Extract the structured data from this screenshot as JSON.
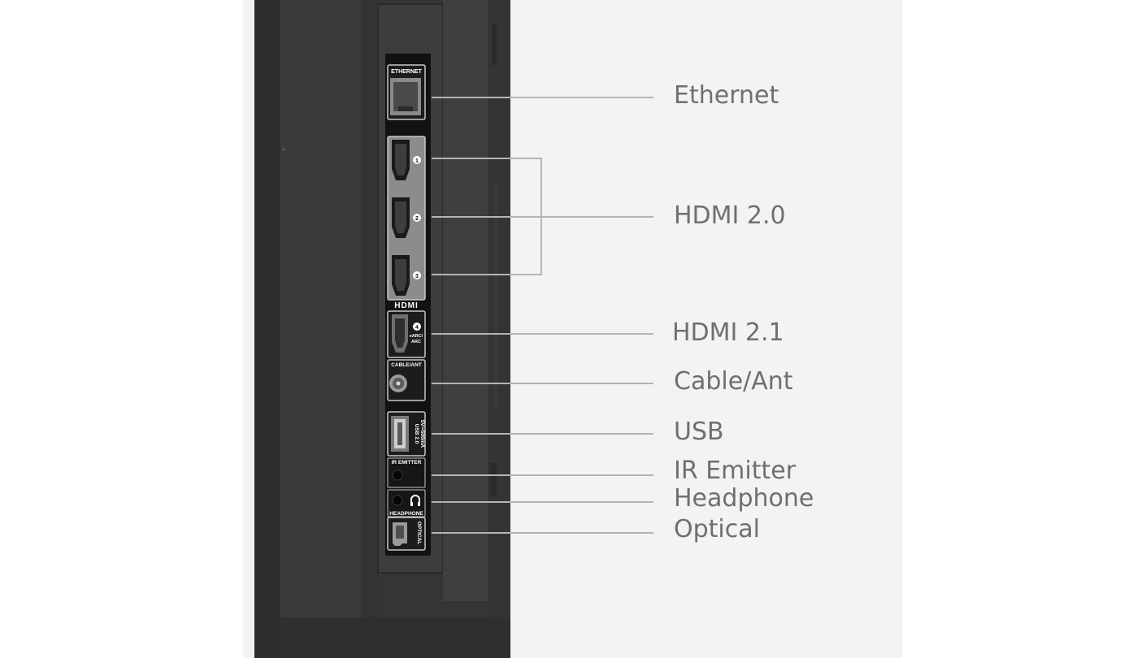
{
  "callouts": {
    "ethernet": "Ethernet",
    "hdmi20": "HDMI 2.0",
    "hdmi21": "HDMI 2.1",
    "cable": "Cable/Ant",
    "usb": "USB",
    "ir": "IR Emitter",
    "headphone": "Headphone",
    "optical": "Optical"
  },
  "port_labels": {
    "ethernet": "ETHERNET",
    "hdmi_logo": "HDMI",
    "hdmi1": "1",
    "hdmi2": "2",
    "hdmi3": "3",
    "hdmi4": "4",
    "earc1": "eARC/",
    "earc2": "ARC",
    "cable": "CABLE/ANT",
    "usb1": "USB 2.0",
    "usb2": "5V⎓500mA",
    "ir": "IR EMITTER",
    "headphone": "HEADPHONE",
    "optical": "OPTICAL"
  },
  "colors": {
    "background": "#f3f3f3",
    "tv_body": "#3b3b3b",
    "port_panel": "#121212",
    "callout_text": "#6f6f6f",
    "leader_line": "#b4b4b4"
  },
  "icons": [
    "ethernet-jack-icon",
    "hdmi-port-icon",
    "coax-connector-icon",
    "usb-port-icon",
    "headphone-icon",
    "optical-port-icon"
  ]
}
